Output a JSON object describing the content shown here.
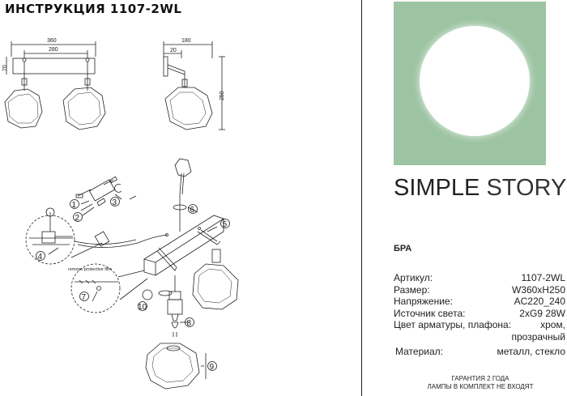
{
  "title": "ИНСТРУКЦИЯ 1107-2WL",
  "dimensions": {
    "front_width": "360",
    "front_spacing": "280",
    "front_height": "70",
    "side_depth": "180",
    "side_offset": "20",
    "side_height": "250"
  },
  "steps": [
    "1",
    "2",
    "3",
    "4",
    "5",
    "6",
    "7",
    "8",
    "9",
    "10"
  ],
  "remove_film_note": "remove protective film",
  "brand": {
    "word1": "SIMPLE",
    "word2": "STORY",
    "disc_color": "#ffffff",
    "background_color": "#9cc3a2"
  },
  "product_type": "БРА",
  "specs": {
    "article_label": "Артикул:",
    "article_value": "1107-2WL",
    "size_label": "Размер:",
    "size_value": "W360xH250",
    "voltage_label": "Напряжение:",
    "voltage_value": "AC220_240",
    "light_label": "Источник света:",
    "light_value": "2xG9 28W",
    "color_label": "Цвет арматуры, плафона:",
    "color_value": "хром,",
    "color_value_cont": "прозрачный",
    "material_label": "Материал:",
    "material_value": "металл, стекло"
  },
  "footer": {
    "line1": "ГАРАНТИЯ 2 ГОДА",
    "line2": "ЛАМПЫ В КОМПЛЕКТ НЕ ВХОДЯТ"
  }
}
